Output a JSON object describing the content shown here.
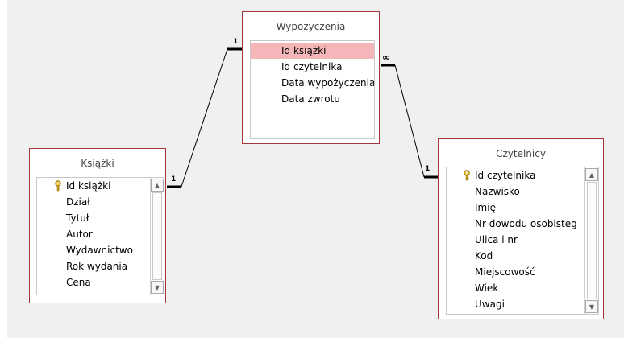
{
  "tables": {
    "wypozyczenia": {
      "title": "Wypożyczenia",
      "fields": [
        "Id książki",
        "Id czytelnika",
        "Data wypożyczenia",
        "Data zwrotu"
      ]
    },
    "ksiazki": {
      "title": "Książki",
      "fields": [
        "Id książki",
        "Dział",
        "Tytuł",
        "Autor",
        "Wydawnictwo",
        "Rok wydania",
        "Cena"
      ]
    },
    "czytelnicy": {
      "title": "Czytelnicy",
      "fields": [
        "Id czytelnika",
        "Nazwisko",
        "Imię",
        "Nr dowodu osobisteg",
        "Ulica i nr",
        "Kod",
        "Miejscowość",
        "Wiek",
        "Uwagi"
      ]
    }
  },
  "relationships": {
    "ksiazki_wypozyczenia": {
      "one_side": "1",
      "many_side": "1"
    },
    "czytelnicy_wypozyczenia": {
      "one_side": "1",
      "many_side": "∞"
    }
  },
  "colors": {
    "table_border": "#a4373a",
    "selected_field": "#f4b6b8",
    "canvas": "#f0f0f0"
  },
  "icons": {
    "primary_key": "key-icon",
    "scroll_up": "scroll-up-arrow-icon",
    "scroll_down": "scroll-down-arrow-icon"
  }
}
